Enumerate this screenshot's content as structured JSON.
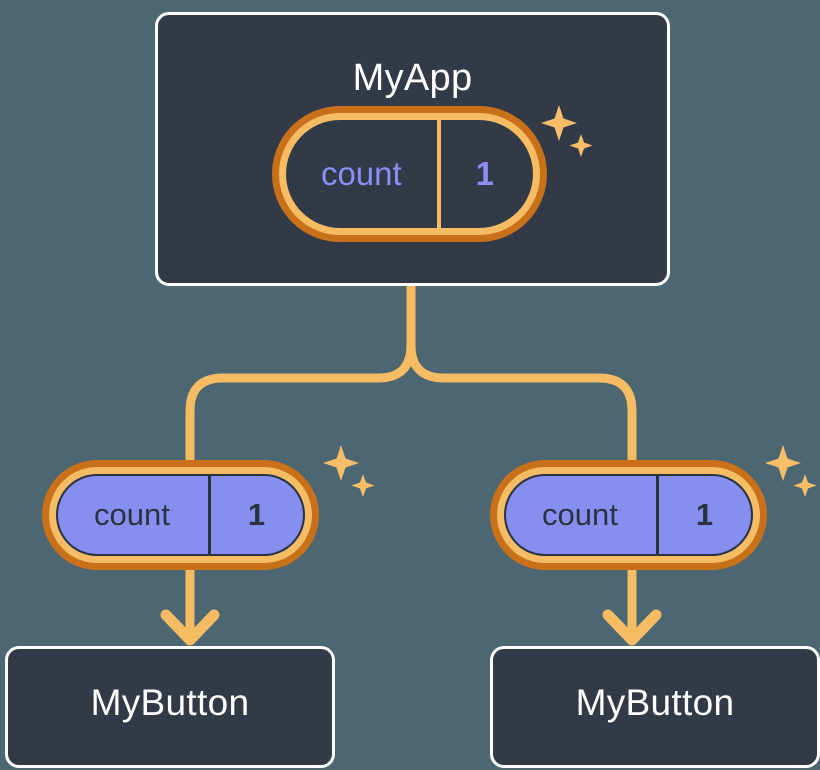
{
  "theme": {
    "page_background": "#4c6672",
    "card_background": "#323a48",
    "card_border": "#ffffff",
    "pill_ring_outer": "#c8711a",
    "pill_ring_inner": "#f5bc64",
    "pill_fill": "#868ef0",
    "state_text_on_dark": "#8b8ff5",
    "state_text_on_fill": "#2b3240",
    "connector": "#f5bc64",
    "sparkle": "#f7bd68"
  },
  "diagram": {
    "type": "component-tree",
    "root": {
      "name": "myapp-node",
      "title": "MyApp",
      "state": {
        "key": "count",
        "value": "1",
        "style": "hollow"
      },
      "sparkle": "sparkles-icon"
    },
    "children": [
      {
        "name": "left-branch",
        "state": {
          "key": "count",
          "value": "1",
          "style": "filled"
        },
        "sparkle": "sparkles-icon",
        "consumer": {
          "title": "MyButton"
        }
      },
      {
        "name": "right-branch",
        "state": {
          "key": "count",
          "value": "1",
          "style": "filled"
        },
        "sparkle": "sparkles-icon",
        "consumer": {
          "title": "MyButton"
        }
      }
    ]
  }
}
